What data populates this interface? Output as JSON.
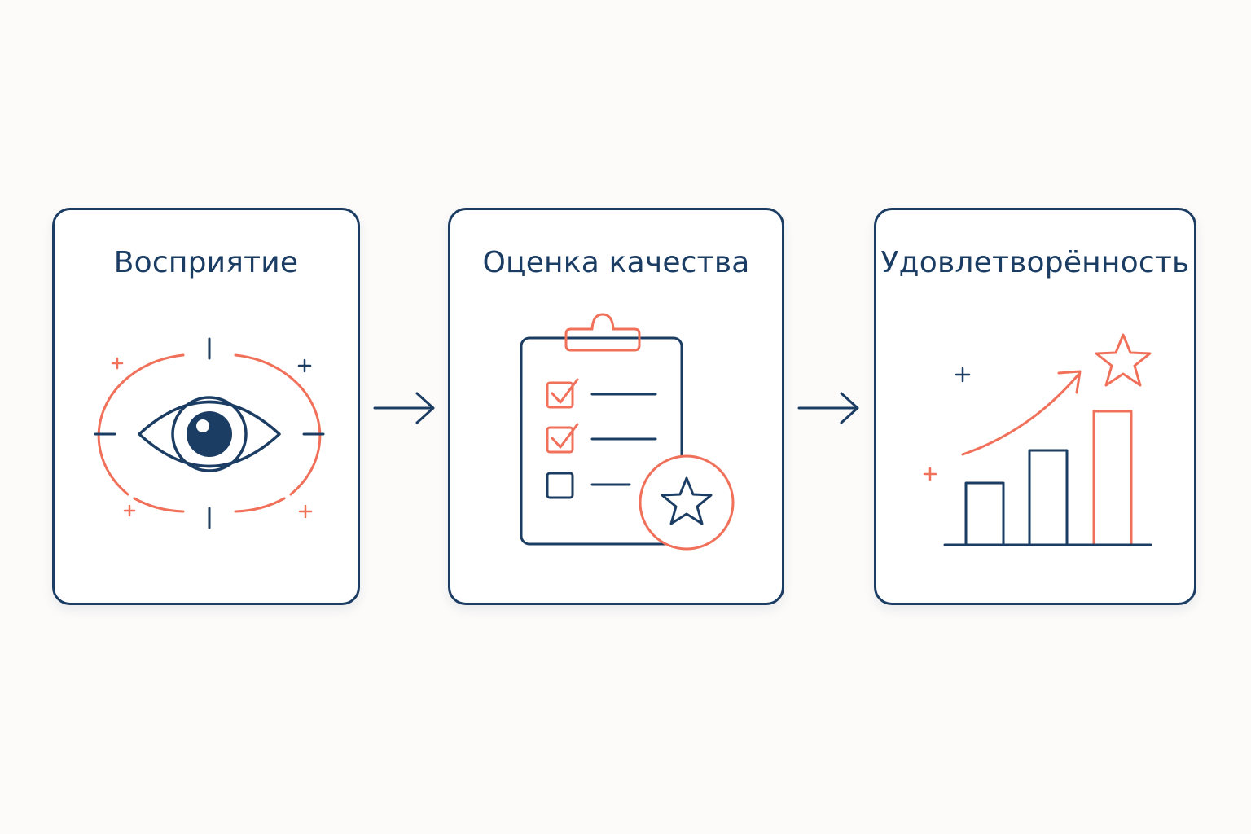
{
  "steps": [
    {
      "title": "Восприятие",
      "icon": "eye-target-icon"
    },
    {
      "title": "Оценка качества",
      "icon": "clipboard-checklist-star-icon"
    },
    {
      "title": "Удовлетворённость",
      "icon": "growth-chart-star-icon"
    }
  ],
  "connectors": [
    "arrow-right-icon",
    "arrow-right-icon"
  ],
  "colors": {
    "navy": "#1c3d63",
    "coral": "#f0705a",
    "card_background": "#ffffff",
    "page_background": "#fcfbfa"
  }
}
